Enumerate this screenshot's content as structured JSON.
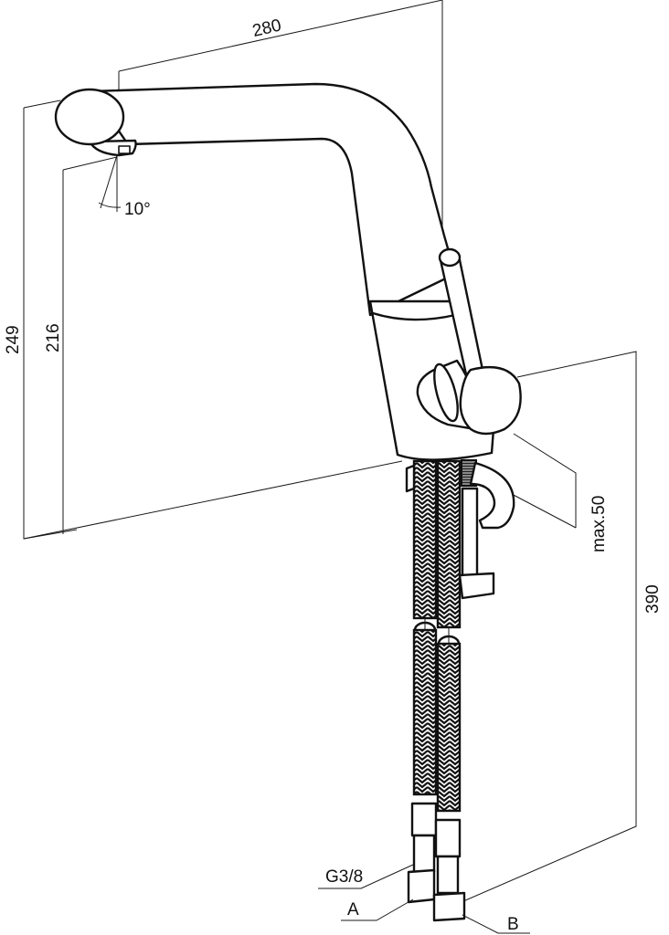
{
  "drawing": {
    "subject": "single-lever kitchen faucet with swivel spout and braided flex hoses",
    "line_color": "#111111",
    "background": "#ffffff"
  },
  "dimensions": {
    "spout_reach": "280",
    "total_height": "249",
    "spout_outlet_height": "216",
    "spout_angle": "10°",
    "max_counter_thickness": "max.50",
    "hose_length": "390"
  },
  "callouts": {
    "thread": "G3/8",
    "hose_a": "A",
    "hose_b": "B"
  }
}
